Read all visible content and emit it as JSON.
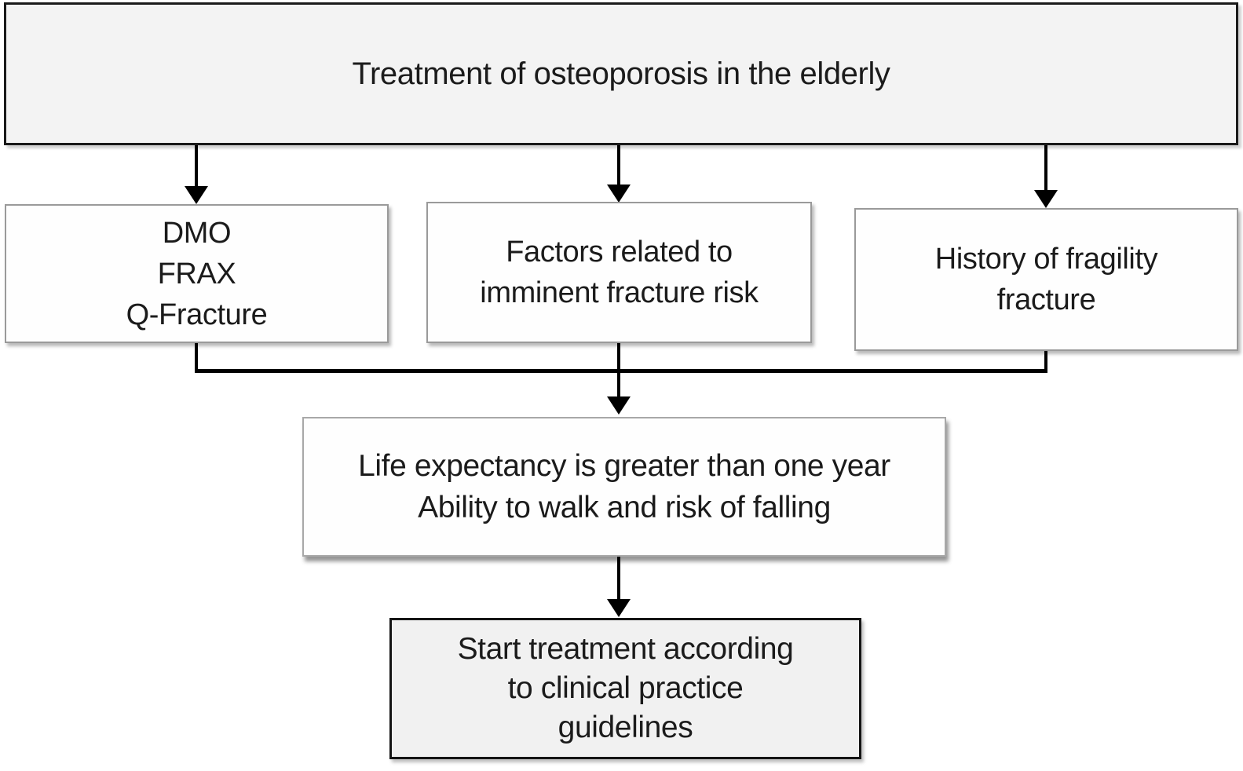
{
  "title": {
    "text": "Treatment of osteoporosis in the elderly"
  },
  "nodes": {
    "assessment_tools": {
      "lines": [
        "DMO",
        "FRAX",
        "Q-Fracture"
      ]
    },
    "imminent_risk_factors": {
      "lines": [
        "Factors related to",
        "imminent fracture risk"
      ]
    },
    "fragility_fracture_history": {
      "lines": [
        "History of fragility",
        "fracture"
      ]
    },
    "life_expectancy_mobility": {
      "lines": [
        "Life expectancy is greater than one year",
        "Ability to walk and risk of falling"
      ]
    },
    "start_treatment": {
      "lines": [
        "Start treatment according",
        "to clinical practice",
        "guidelines"
      ]
    }
  },
  "colors": {
    "background": "#ffffff",
    "shaded_node_fill": "#f3f3f3",
    "plain_node_fill": "#fefefe",
    "node_border_dark": "#1a1a1a",
    "node_border_light": "#9a9a9a",
    "connector": "#000000",
    "text": "#1b1b1b"
  }
}
